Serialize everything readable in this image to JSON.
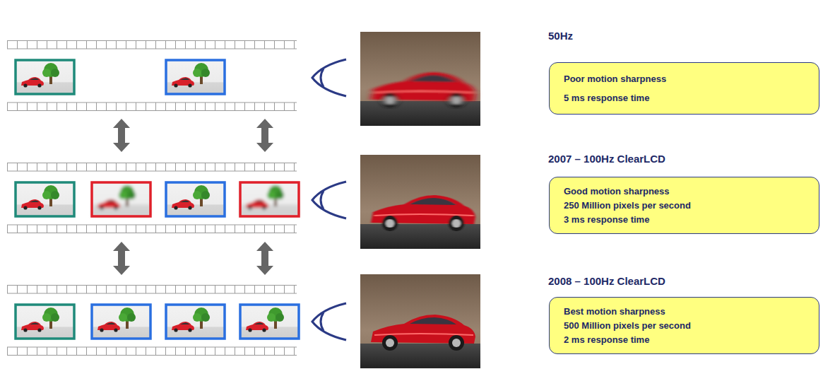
{
  "diagram": {
    "nodes": [
      {
        "text": [
          "50Hz",
          "Poor motion sharpness",
          "5 ms response time"
        ]
      },
      {
        "text": [
          "2007 – 100Hz ClearLCD",
          "Good motion sharpness",
          "250 Million pixels per second",
          "3 ms response time"
        ]
      },
      {
        "text": [
          "2008 – 100Hz ClearLCD",
          "Best motion sharpness",
          "500 Million pixels per second",
          "2 ms response time"
        ]
      }
    ]
  }
}
